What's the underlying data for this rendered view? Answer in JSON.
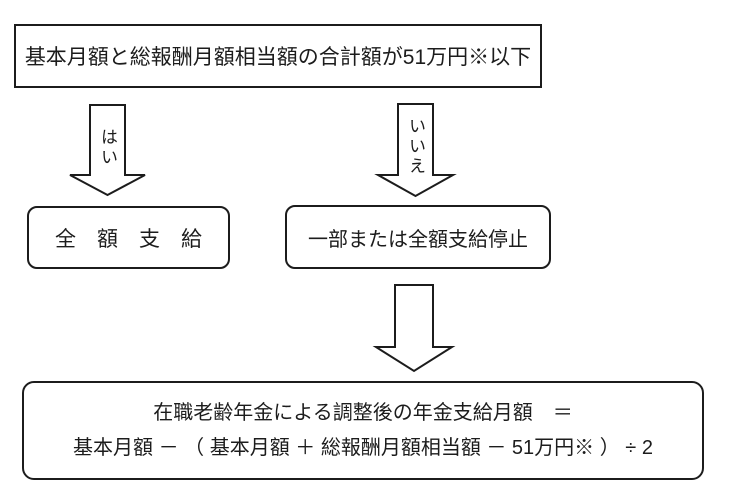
{
  "flowchart": {
    "condition_box": {
      "text": "基本月額と総報酬月額相当額の合計額が51万円※以下"
    },
    "branches": {
      "yes": {
        "label": "はい",
        "result": "全　額　支　給"
      },
      "no": {
        "label": "いいえ",
        "result": "一部または全額支給停止"
      }
    },
    "formula_box": {
      "line1": "在職老齢年金による調整後の年金支給月額　＝",
      "line2": "基本月額 － （ 基本月額 ＋ 総報酬月額相当額 － 51万円※ ） ÷ 2"
    },
    "colors": {
      "line": "#1c1c1c",
      "text": "#1c1c1c",
      "background": "#ffffff"
    }
  }
}
